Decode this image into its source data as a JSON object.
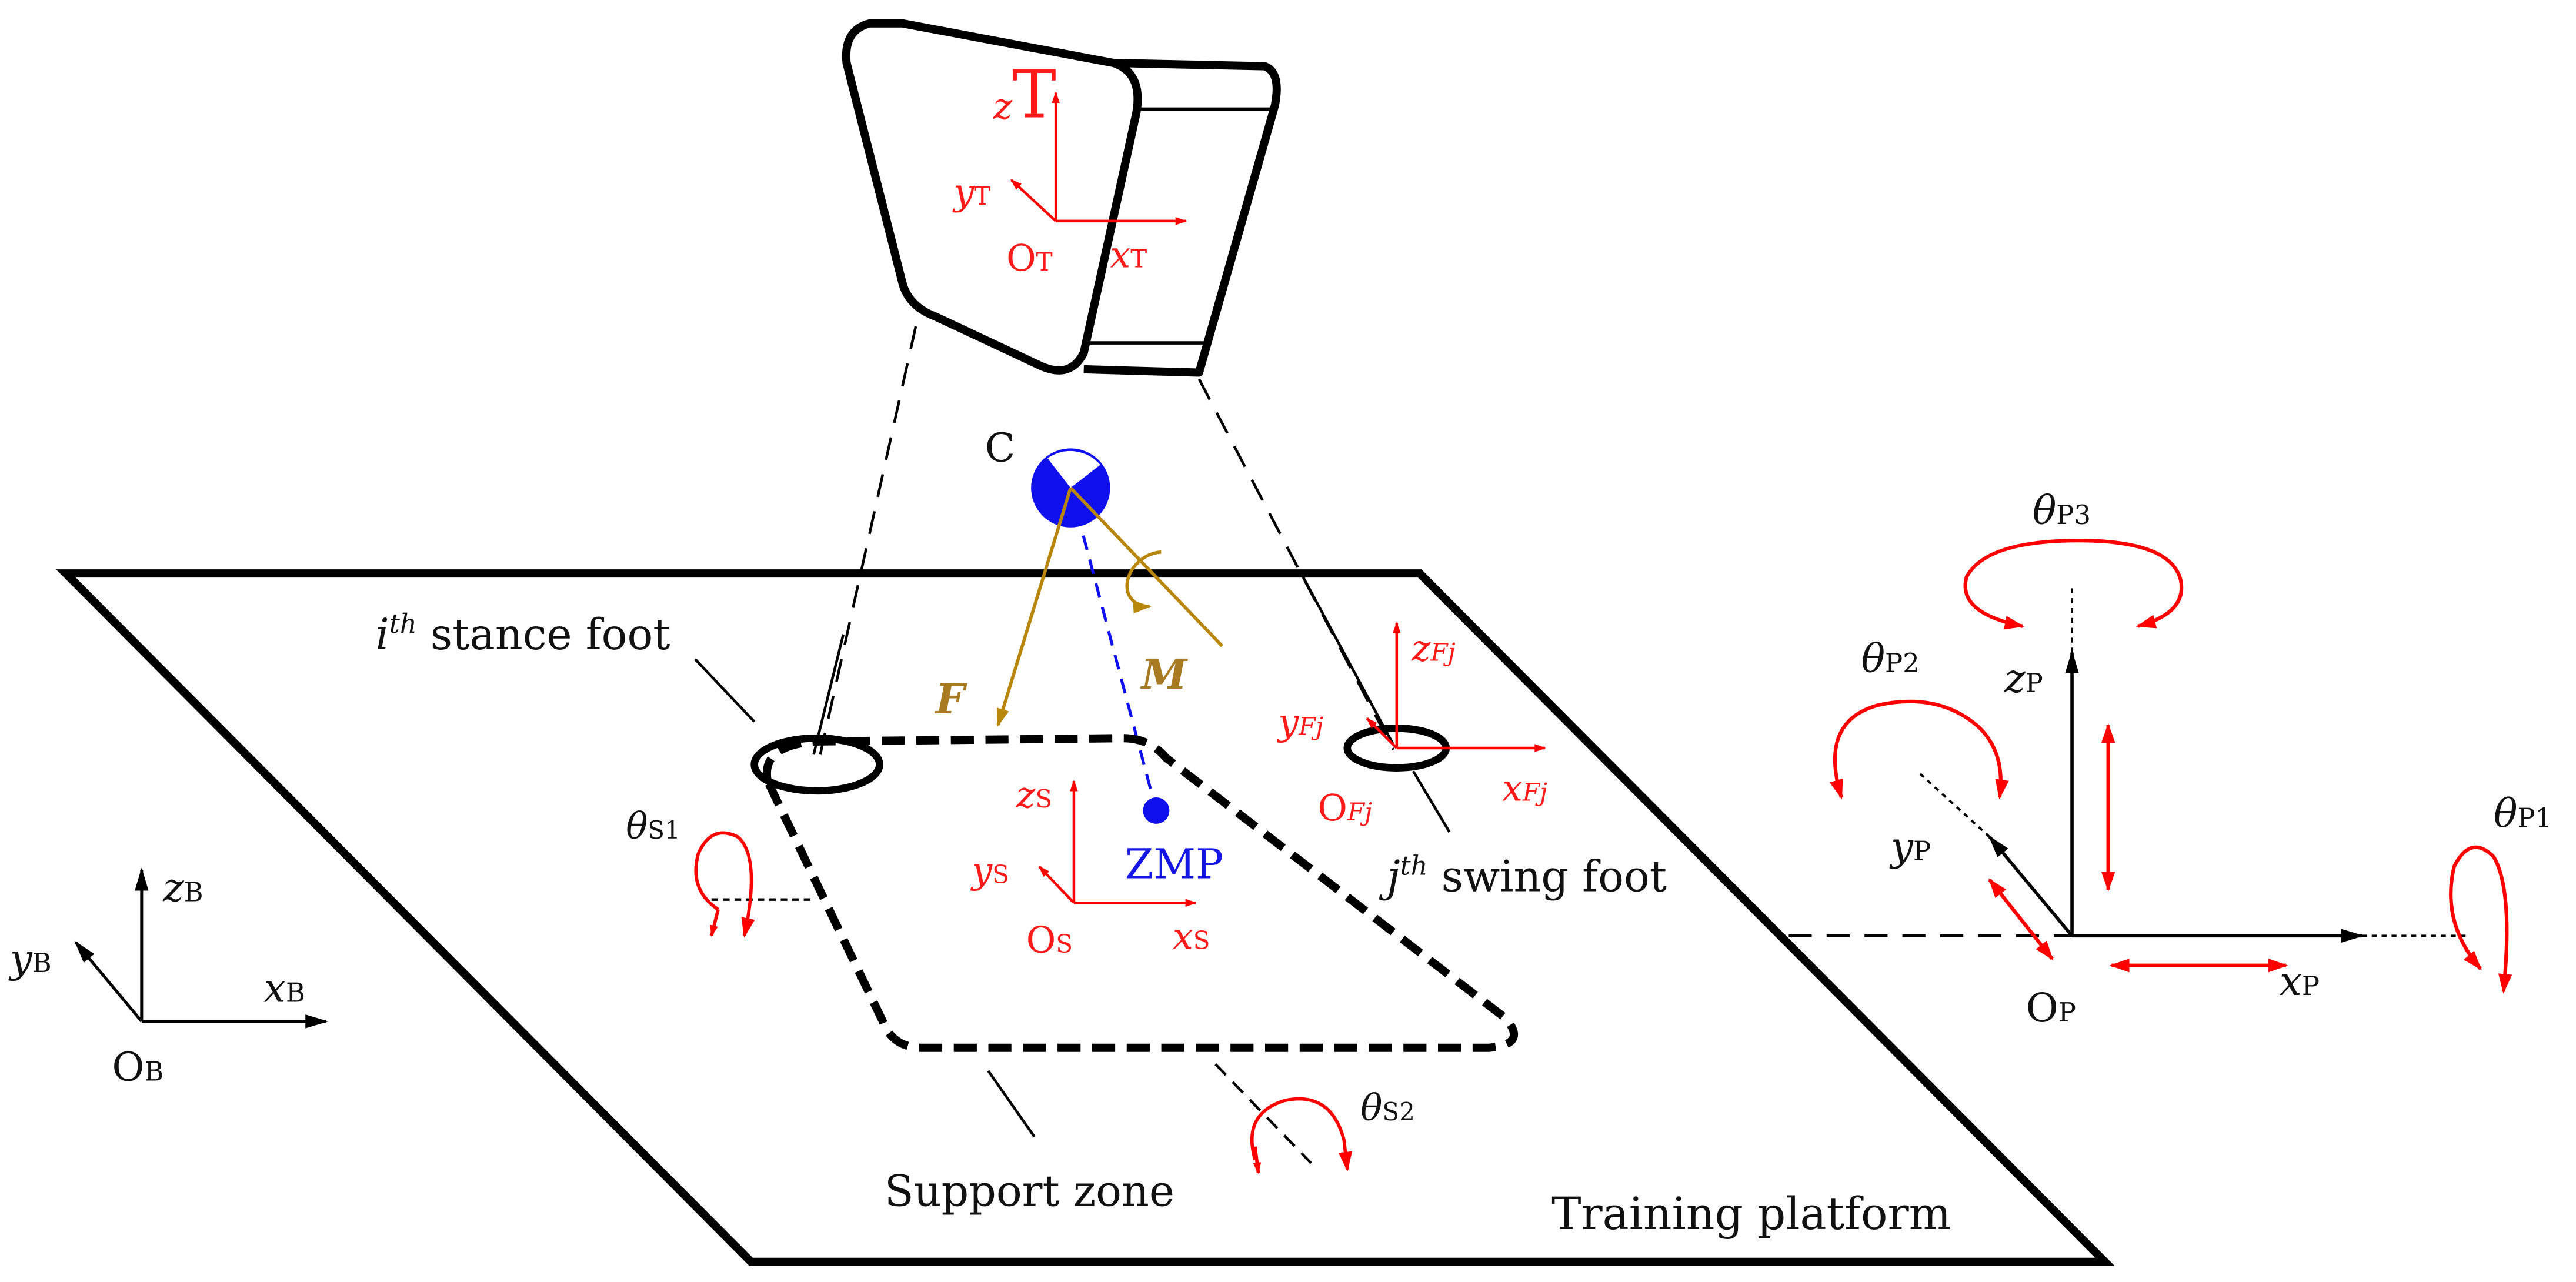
{
  "colors": {
    "ink": "#000000",
    "red": "#ff0000",
    "blue": "#1010ee",
    "gold": "#b8860b",
    "gold_label": "#a0782a"
  },
  "labels": {
    "torso": {
      "z": "z",
      "z_sub": "T",
      "y": "y",
      "y_sub": "T",
      "x": "x",
      "x_sub": "T",
      "o": "O",
      "o_sub": "T"
    },
    "com": "C",
    "force": "F",
    "moment": "M",
    "stance_foot": {
      "sup": "th",
      "pre": "i",
      "text": " stance foot"
    },
    "swing_foot": {
      "sup": "th",
      "pre": "j",
      "text": " swing foot"
    },
    "swing_frame": {
      "z": "z",
      "z_sub": "Fj",
      "y": "y",
      "y_sub": "Fj",
      "x": "x",
      "x_sub": "Fj",
      "o": "O",
      "o_sub": "Fj"
    },
    "support_frame": {
      "z": "z",
      "z_sub": "S",
      "y": "y",
      "y_sub": "S",
      "x": "x",
      "x_sub": "S",
      "o": "O",
      "o_sub": "S"
    },
    "zmp": "ZMP",
    "theta_s1": {
      "sym": "θ",
      "sub": "S1"
    },
    "theta_s2": {
      "sym": "θ",
      "sub": "S2"
    },
    "base_frame": {
      "z": "z",
      "z_sub": "B",
      "y": "y",
      "y_sub": "B",
      "x": "x",
      "x_sub": "B",
      "o": "O",
      "o_sub": "B"
    },
    "platform_frame": {
      "z": "z",
      "z_sub": "P",
      "y": "y",
      "y_sub": "P",
      "x": "x",
      "x_sub": "P",
      "o": "O",
      "o_sub": "P"
    },
    "theta_p1": {
      "sym": "θ",
      "sub": "P1"
    },
    "theta_p2": {
      "sym": "θ",
      "sub": "P2"
    },
    "theta_p3": {
      "sym": "θ",
      "sub": "P3"
    },
    "support_zone": "Support zone",
    "training_platform": "Training platform"
  }
}
